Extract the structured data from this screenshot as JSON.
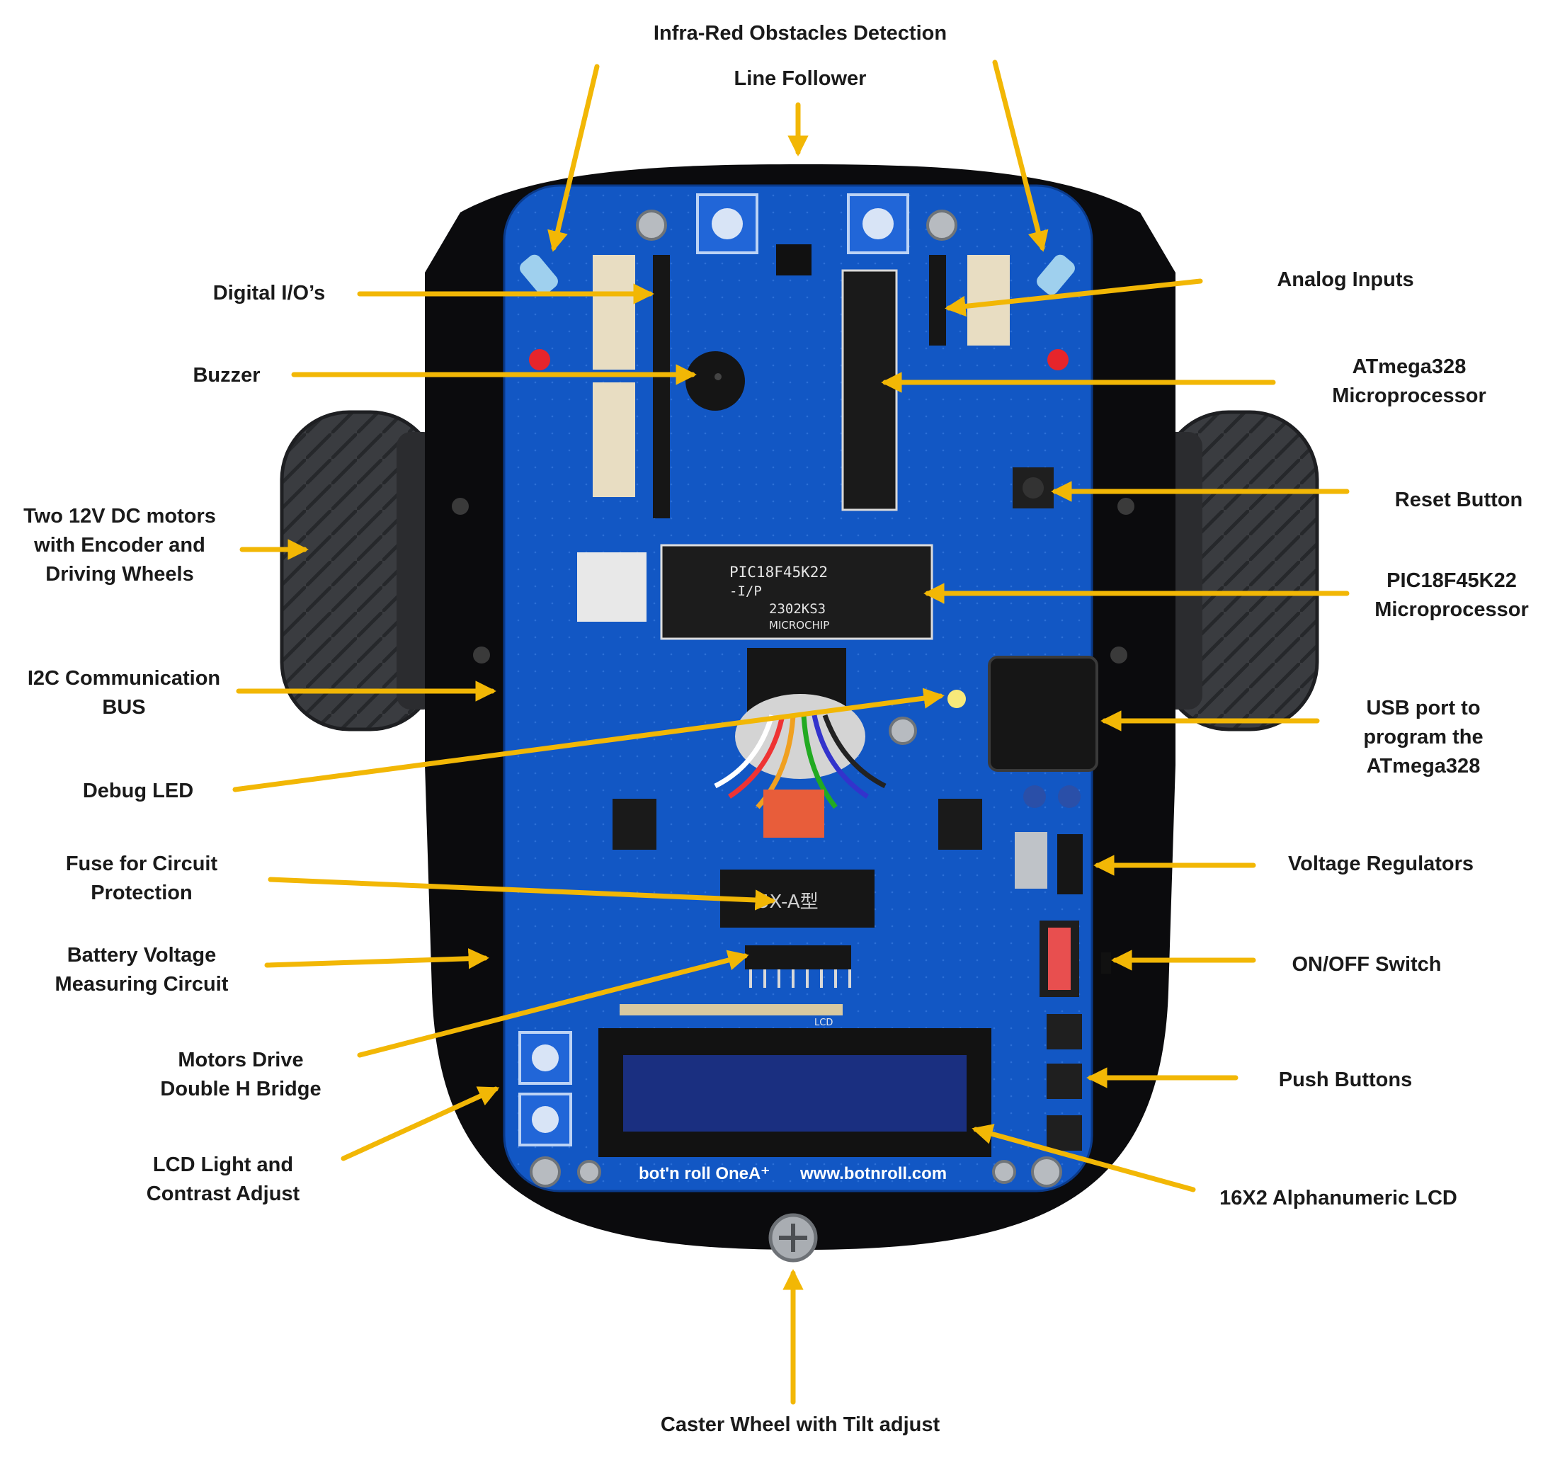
{
  "colors": {
    "arrow": "#f2b705",
    "board": "#1257c4",
    "chassis": "#0b0b0d",
    "tire": "#3a3c40",
    "label": "#1a1a1a"
  },
  "board": {
    "brand": "bot'n roll OneA⁺",
    "url": "www.botnroll.com",
    "chip_top": "PIC18F45K22",
    "chip_sub": "-I/P",
    "chip_code": "2302KS3",
    "chip_maker": "MICROCHIP",
    "fuse_text": "5X-A型",
    "lcd_silk": "LCD"
  },
  "labels": {
    "ir": [
      "Infra-Red Obstacles Detection"
    ],
    "line": [
      "Line Follower"
    ],
    "digital": [
      "Digital I/O’s"
    ],
    "buzzer": [
      "Buzzer"
    ],
    "motors": [
      "Two 12V DC motors",
      "with Encoder and",
      "Driving Wheels"
    ],
    "i2c": [
      "I2C Communication",
      "BUS"
    ],
    "debug": [
      "Debug LED"
    ],
    "fuse": [
      "Fuse for Circuit",
      "Protection"
    ],
    "battery": [
      "Battery Voltage",
      "Measuring Circuit"
    ],
    "hbridge": [
      "Motors Drive",
      "Double H Bridge"
    ],
    "lcdadj": [
      "LCD Light and",
      "Contrast Adjust"
    ],
    "caster": [
      "Caster Wheel with Tilt adjust"
    ],
    "analog": [
      "Analog Inputs"
    ],
    "atmega": [
      "ATmega328",
      "Microprocessor"
    ],
    "reset": [
      "Reset Button"
    ],
    "pic": [
      "PIC18F45K22",
      "Microprocessor"
    ],
    "usb": [
      "USB port to",
      "program the",
      "ATmega328"
    ],
    "vreg": [
      "Voltage Regulators"
    ],
    "onoff": [
      "ON/OFF Switch"
    ],
    "push": [
      "Push Buttons"
    ],
    "lcd": [
      "16X2 Alphanumeric LCD"
    ]
  }
}
